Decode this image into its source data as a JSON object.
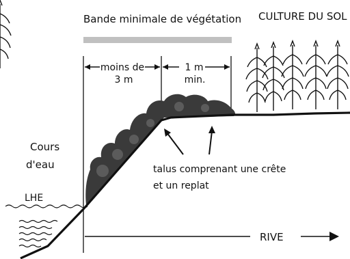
{
  "labels": {
    "buffer_title": "Bande minimale de végétation",
    "crop_title": "CULTURE DU SOL",
    "width_less_line1": "moins de",
    "width_less_line2": "3 m",
    "width_min_line1": "1 m",
    "width_min_line2": "min.",
    "water_line1": "Cours",
    "water_line2": "d'eau",
    "hwm": "LHE",
    "slope_line1": "talus comprenant une crête",
    "slope_line2": "et un replat",
    "shore": "RIVE"
  },
  "colors": {
    "buffer_bar": "#c0c0c0",
    "ink": "#111111",
    "vegetation": "#3a3a3a"
  }
}
